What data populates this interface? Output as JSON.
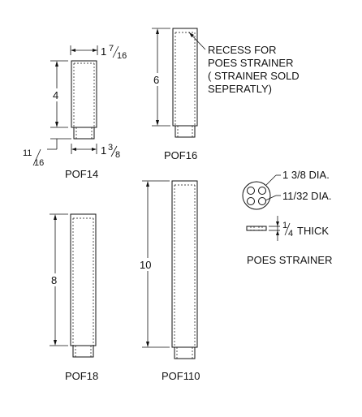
{
  "parts": {
    "pof14": {
      "label": "POF14",
      "height": "4",
      "width_top": "1",
      "width_top_frac_num": "7",
      "width_top_frac_den": "16",
      "bottom_offset": "11",
      "bottom_offset_den": "16",
      "width_bottom": "1",
      "width_bottom_num": "3",
      "width_bottom_den": "8"
    },
    "pof16": {
      "label": "POF16",
      "height": "6"
    },
    "pof18": {
      "label": "POF18",
      "height": "8"
    },
    "pof110": {
      "label": "POF110",
      "height": "10"
    }
  },
  "recess_note": {
    "line1": "RECESS FOR",
    "line2": "POES STRAINER",
    "line3": "( STRAINER SOLD",
    "line4": "SEPERATLY)"
  },
  "strainer": {
    "label": "POES STRAINER",
    "dia_outer": "1 3/8 DIA.",
    "dia_hole": "11/32 DIA.",
    "thick_num": "1",
    "thick_den": "4",
    "thick_label": "THICK"
  }
}
